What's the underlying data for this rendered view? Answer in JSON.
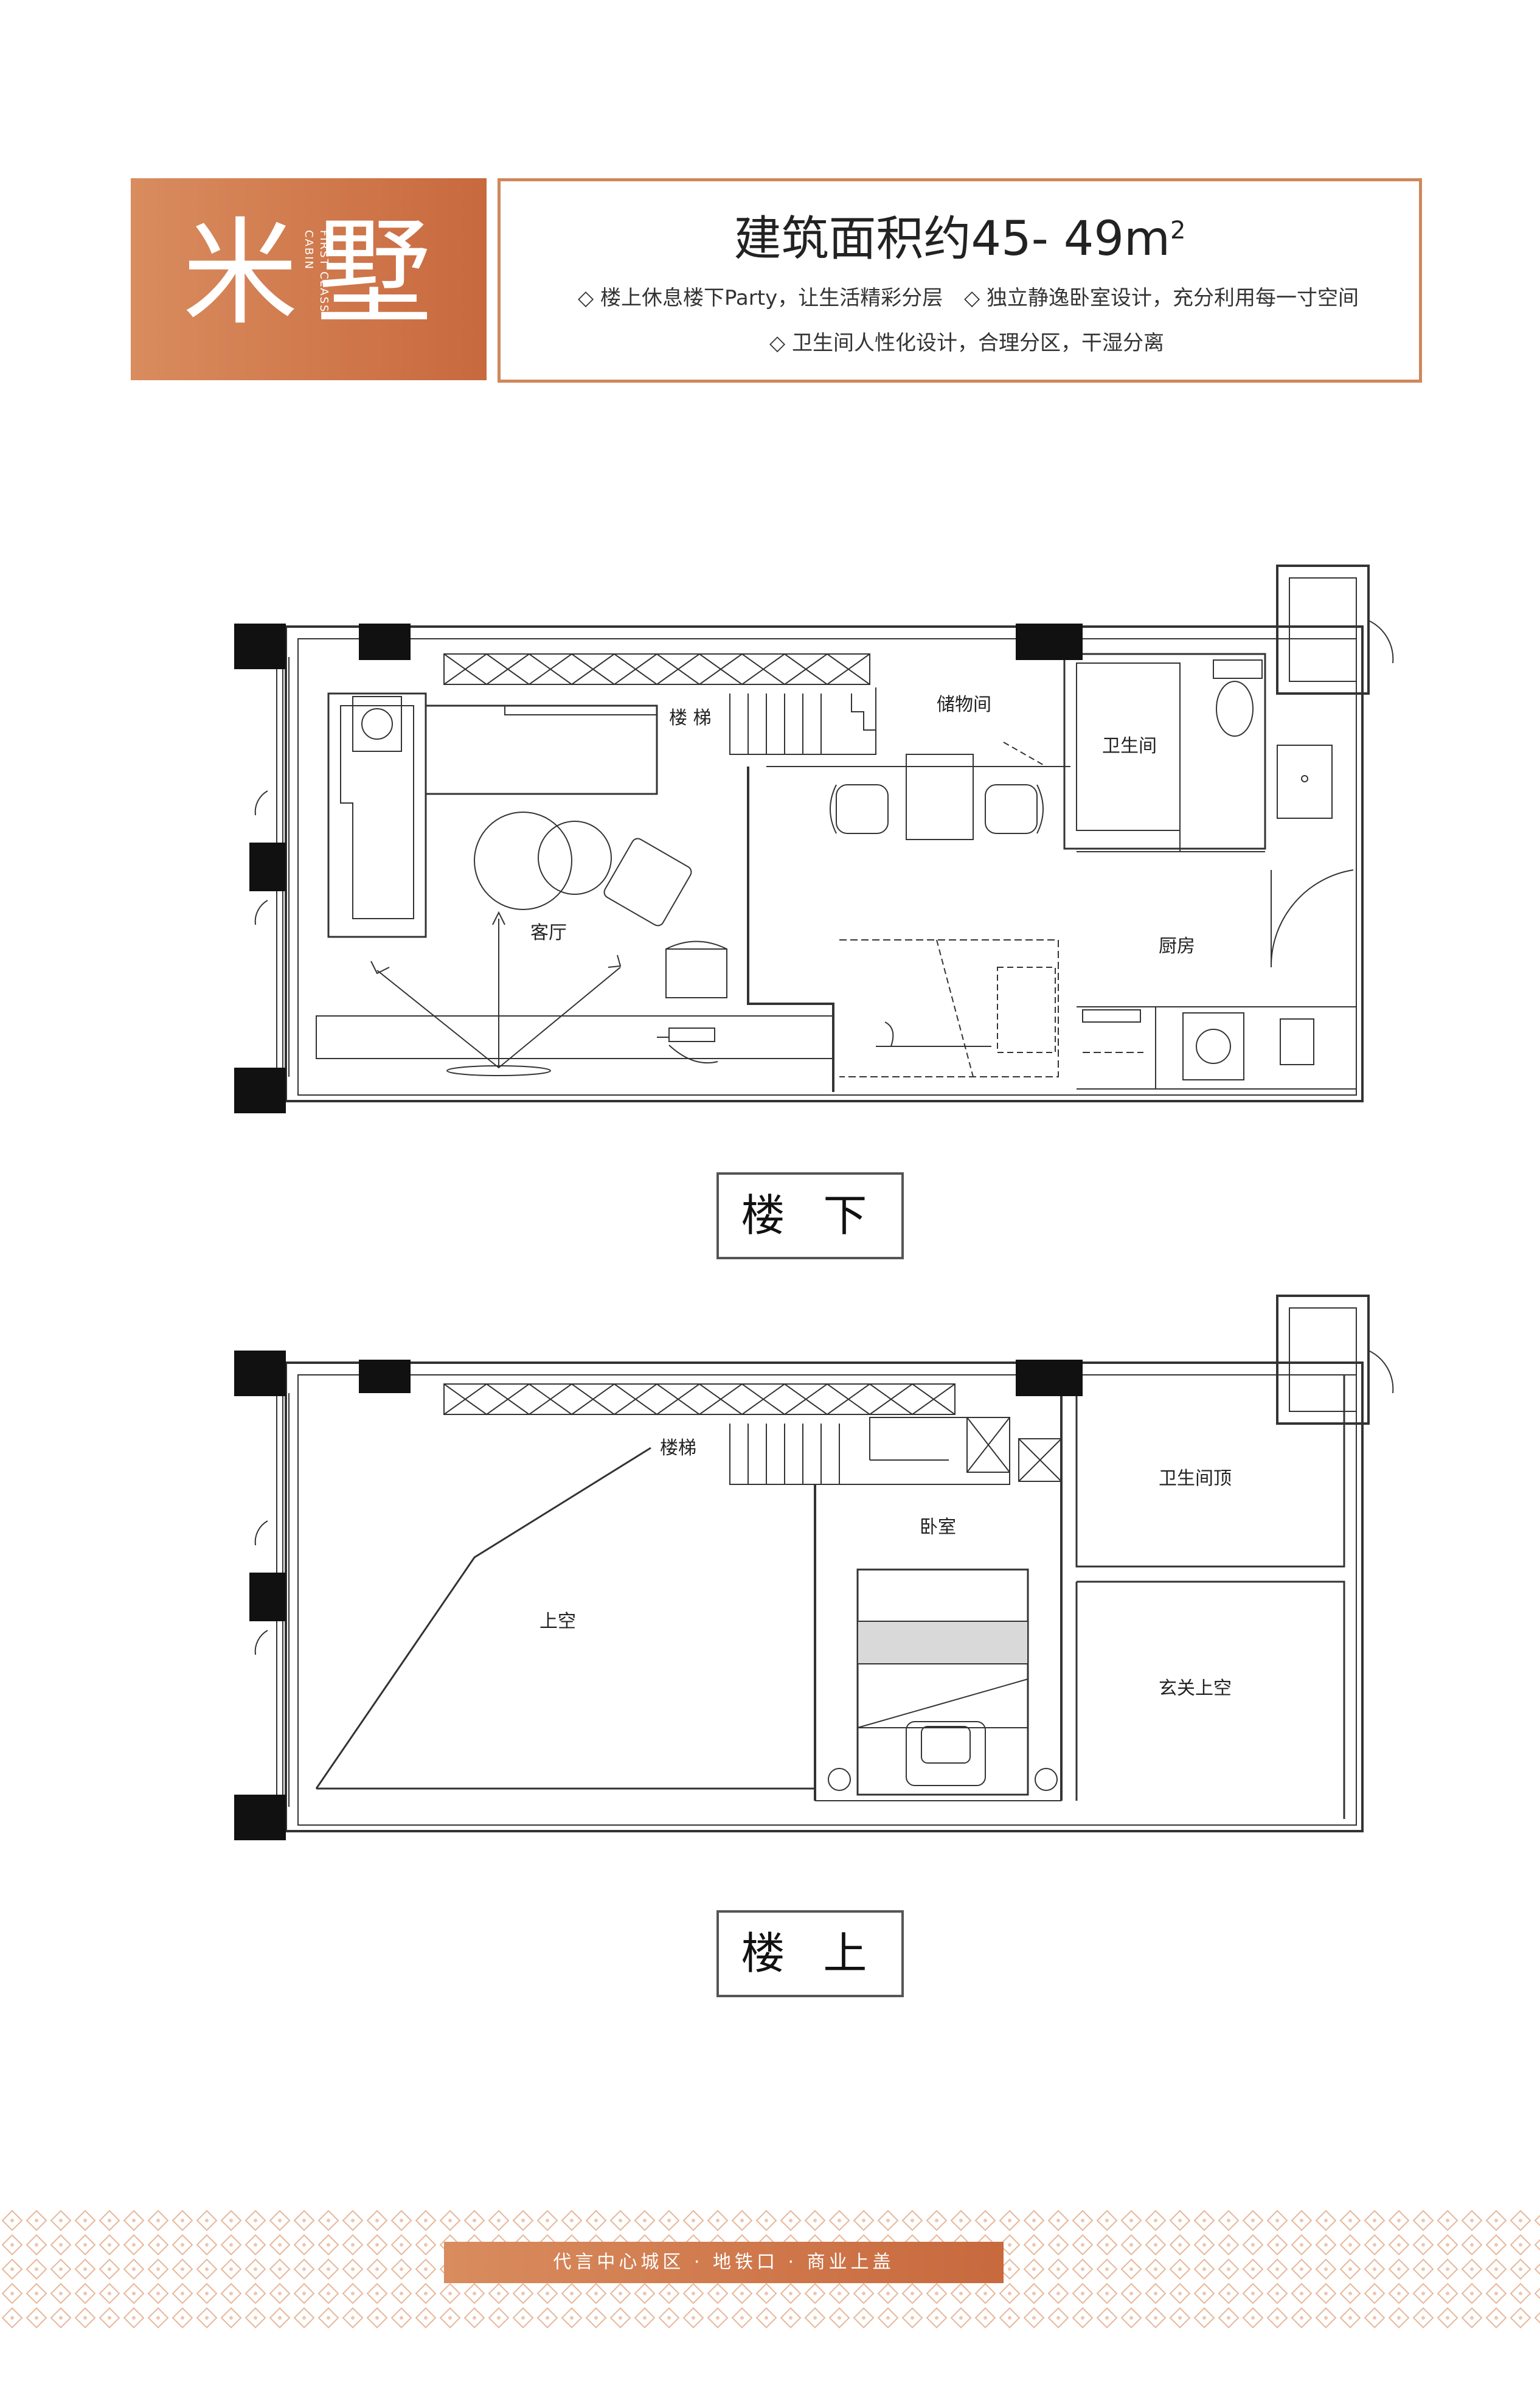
{
  "header": {
    "title": "米墅",
    "subtitle_en": "FIRST CLASS CABIN",
    "area_text": "建筑面积约45- 49m",
    "area_sup": "2",
    "features": [
      "◇ 楼上休息楼下Party，让生活精彩分层",
      "◇ 独立静逸卧室设计，充分利用每一寸空间",
      "◇ 卫生间人性化设计，合理分区，干湿分离"
    ]
  },
  "lower_floor": {
    "label": "楼 下",
    "rooms": {
      "stairs": "楼 梯",
      "storage": "储物间",
      "bathroom": "卫生间",
      "living": "客厅",
      "kitchen": "厨房"
    }
  },
  "upper_floor": {
    "label": "楼 上",
    "rooms": {
      "stairs": "楼梯",
      "bedroom": "卧室",
      "void": "上空",
      "bath_ceiling": "卫生间顶",
      "entry_void": "玄关上空"
    }
  },
  "footer": {
    "slogan": "代言中心城区 · 地铁口 · 商业上盖"
  },
  "colors": {
    "accent": "#c8693e",
    "accent_light": "#d98c5e",
    "line": "#333333"
  }
}
